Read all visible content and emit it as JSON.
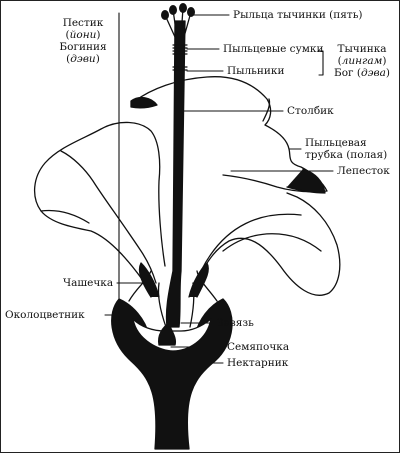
{
  "labels": {
    "stigmas": "Рыльца тычинки (пять)",
    "pollen_sacs": "Пыльцевые сумки",
    "anthers": "Пыльники",
    "stamen": "Тычинка",
    "stamen_lingam": "лингам",
    "god": "Бог",
    "god_deva": "дэва",
    "pistil": "Пестик",
    "pistil_yoni": "йони",
    "goddess": "Богиния",
    "goddess_devi": "дэви",
    "style": "Столбик",
    "pollen_tube_1": "Пыльцевая",
    "pollen_tube_2": "трубка (полая)",
    "petal": "Лепесток",
    "sepal": "Чашечка",
    "perianth": "Околоцветник",
    "ovary": "Завязь",
    "ovule": "Семяпочка",
    "nectary": "Нектарник"
  }
}
